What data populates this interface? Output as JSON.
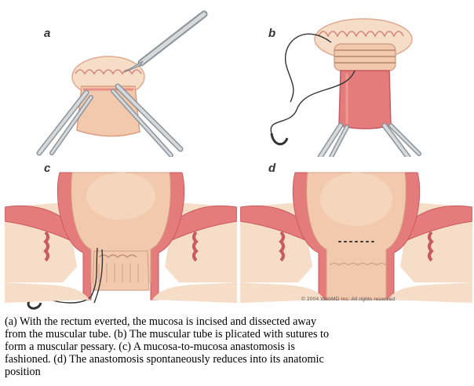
{
  "panels": [
    {
      "label": "a"
    },
    {
      "label": "b"
    },
    {
      "label": "c"
    },
    {
      "label": "d"
    }
  ],
  "copyright": "© 2004 WebMD Inc. All rights reserved.",
  "caption": {
    "lines": [
      "(a) With the rectum everted, the mucosa is incised and dissected away",
      "from the muscular tube. (b) The muscular tube is plicated with sutures to",
      "form a muscular pessary. (c) A mucosa-to-mucosa anastomosis is",
      "fashioned. (d) The anastomosis spontaneously reduces into its anatomic",
      "position"
    ]
  },
  "colors": {
    "mucosa": "#f2c9ad",
    "muscle": "#e57c7c",
    "muscle_dark": "#cf5f63",
    "fat": "#f6ddc8",
    "instrument": "#c9cfd3",
    "suture": "#333333"
  }
}
